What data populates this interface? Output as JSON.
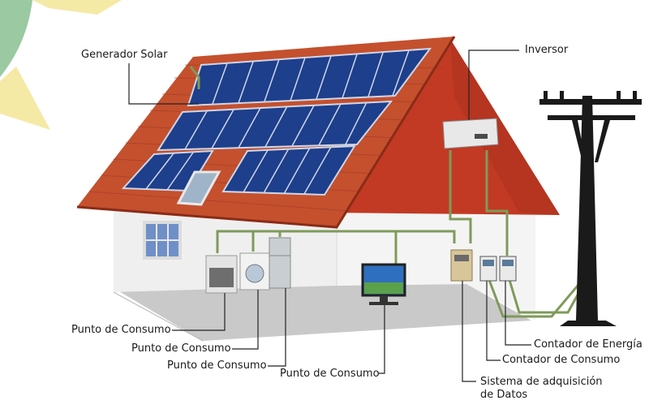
{
  "labels": {
    "solar_generator": "Generador Solar",
    "inverter": "Inversor",
    "consumption_point_1": "Punto de Consumo",
    "consumption_point_2": "Punto de Consumo",
    "consumption_point_3": "Punto de Consumo",
    "consumption_point_4": "Punto de Consumo",
    "energy_meter": "Contador de Energía",
    "consumption_meter": "Contador de Consumo",
    "data_acquisition_line1": "Sistema de adquisición",
    "data_acquisition_line2": "de Datos"
  },
  "colors": {
    "roof": "#c4502e",
    "gable": "#c23a24",
    "wall": "#f1f1f1",
    "floor": "#c9c9c9",
    "panel": "#1d3f8c",
    "wire": "#7f9a5a",
    "pole": "#1a1a1a",
    "sun": "#f5e9a6",
    "leaf": "#9ac9a2"
  }
}
